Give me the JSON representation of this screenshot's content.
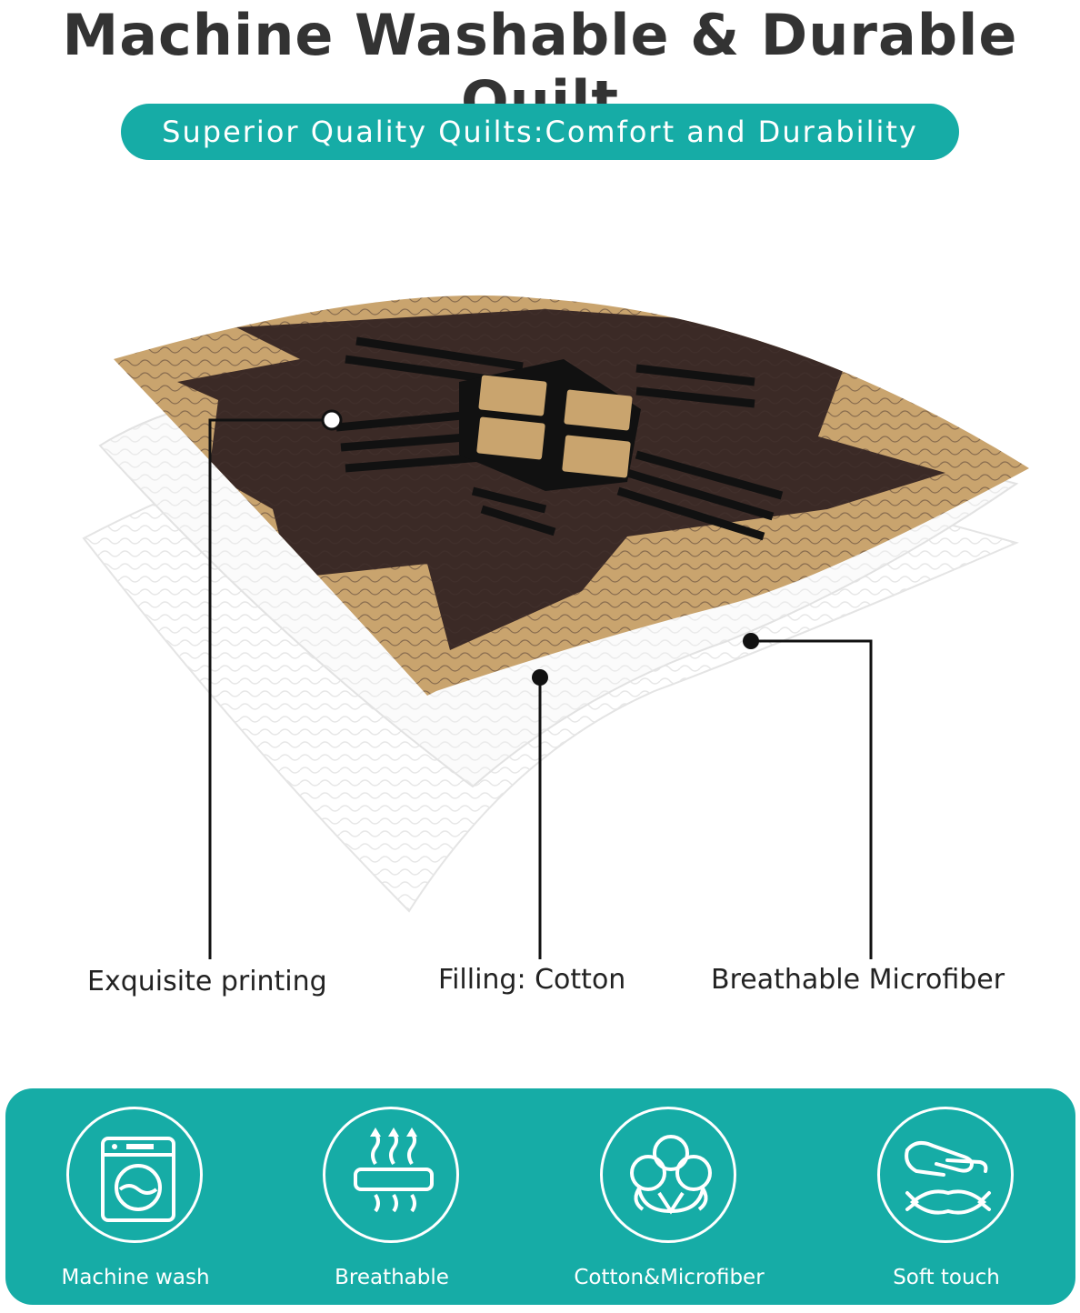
{
  "header": {
    "title": "Machine Washable & Durable Quilt",
    "subtitle": "Superior Quality Quilts:Comfort and Durability"
  },
  "callouts": [
    {
      "label": "Exquisite printing"
    },
    {
      "label": "Filling: Cotton"
    },
    {
      "label": "Breathable Microfiber"
    }
  ],
  "features": [
    {
      "label": "Machine wash",
      "icon": "washing-machine-icon"
    },
    {
      "label": "Breathable",
      "icon": "breathable-icon"
    },
    {
      "label": "Cotton&Microfiber",
      "icon": "cotton-icon"
    },
    {
      "label": "Soft touch",
      "icon": "soft-touch-icon"
    }
  ],
  "colors": {
    "accent": "#16aca6",
    "quilt_brown": "#3b2a26",
    "quilt_tan": "#c9a46e",
    "stripe": "#111111"
  }
}
